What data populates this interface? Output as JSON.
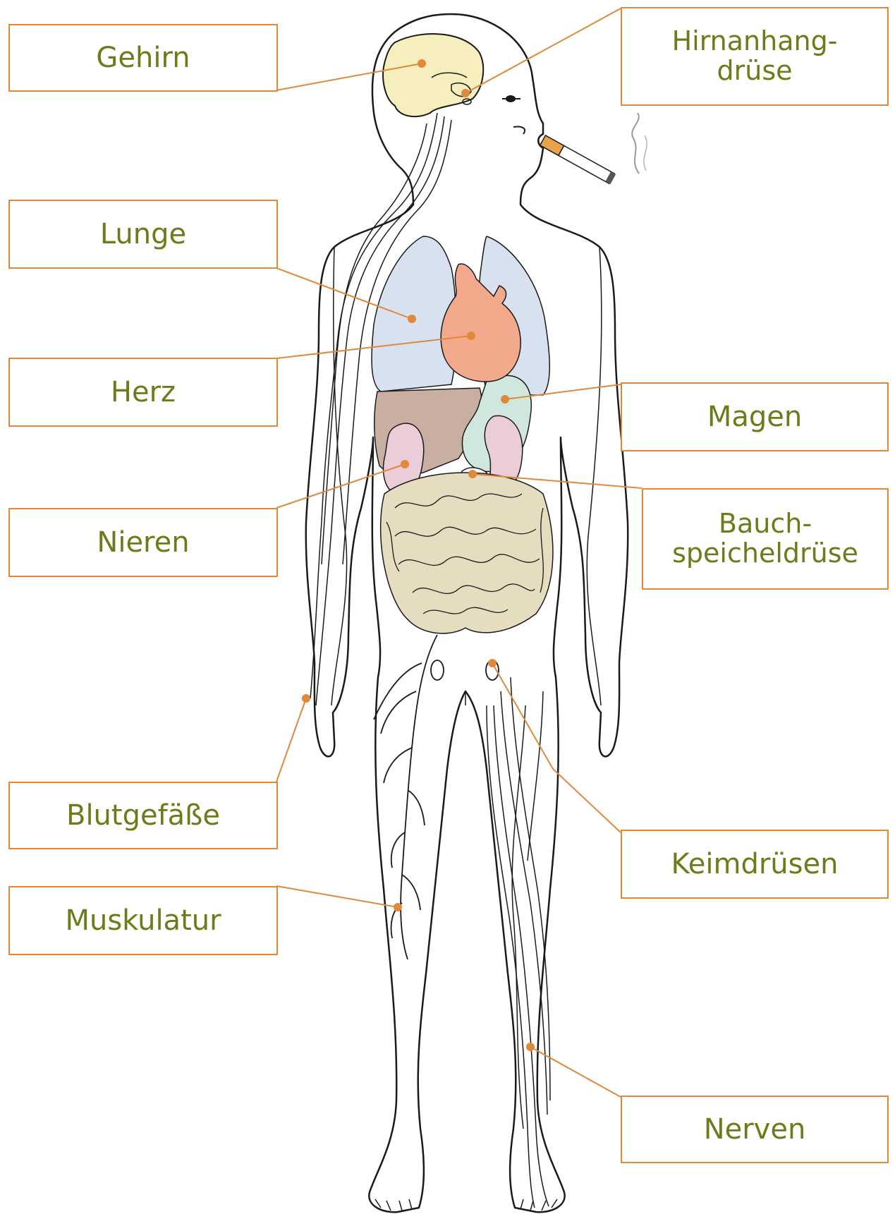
{
  "labels": {
    "gehirn": "Gehirn",
    "hypophyse": "Hirnanhang-\ndrüse",
    "lunge": "Lunge",
    "herz": "Herz",
    "magen": "Magen",
    "nieren": "Nieren",
    "bauchspeicheldruese": "Bauch-\nspeicheldrüse",
    "blutgefaesse": "Blutgefäße",
    "muskulatur": "Muskulatur",
    "keimdruesen": "Keimdrüsen",
    "nerven": "Nerven"
  },
  "colors": {
    "label_text": "#6b7d1a",
    "label_border": "#e0893a",
    "leader_line": "#e0893a",
    "brain": "#f6eebc",
    "lung": "#d8e1ef",
    "heart": "#f2a98c",
    "liver": "#c9aea2",
    "stomach": "#cfe7dc",
    "kidney": "#ebcdd9",
    "intestine": "#e6dcc0",
    "outline": "#1a1a1a"
  }
}
